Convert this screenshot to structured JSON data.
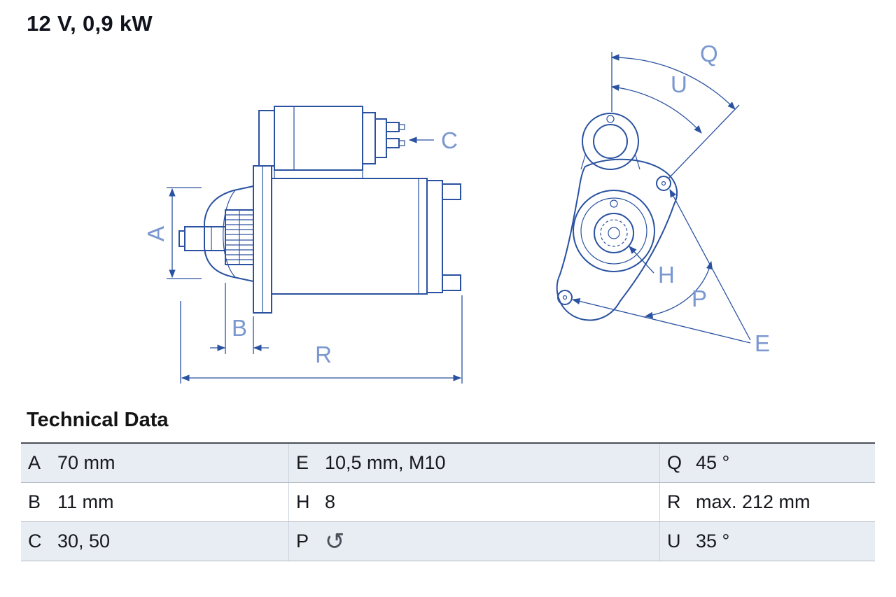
{
  "title": "12 V, 0,9 kW",
  "section_heading": "Technical Data",
  "diagram": {
    "labels": {
      "A": "A",
      "B": "B",
      "C": "C",
      "R": "R",
      "Q": "Q",
      "U": "U",
      "H": "H",
      "P": "P",
      "E": "E"
    }
  },
  "table": {
    "rows": [
      {
        "cells": [
          {
            "key": "A",
            "value": "70 mm"
          },
          {
            "key": "E",
            "value": "10,5 mm, M10"
          },
          {
            "key": "Q",
            "value": "45 °"
          }
        ]
      },
      {
        "cells": [
          {
            "key": "B",
            "value": "11 mm"
          },
          {
            "key": "H",
            "value": "8"
          },
          {
            "key": "R",
            "value": "max. 212 mm"
          }
        ]
      },
      {
        "cells": [
          {
            "key": "C",
            "value": "30, 50"
          },
          {
            "key": "P",
            "value": "",
            "glyph": "↺"
          },
          {
            "key": "U",
            "value": "35 °"
          }
        ]
      }
    ]
  },
  "colors": {
    "drawing_line": "#2a52a0",
    "dimension_label": "#7a97d0",
    "row_shade": "#e8ecf3",
    "text": "#16181d"
  }
}
